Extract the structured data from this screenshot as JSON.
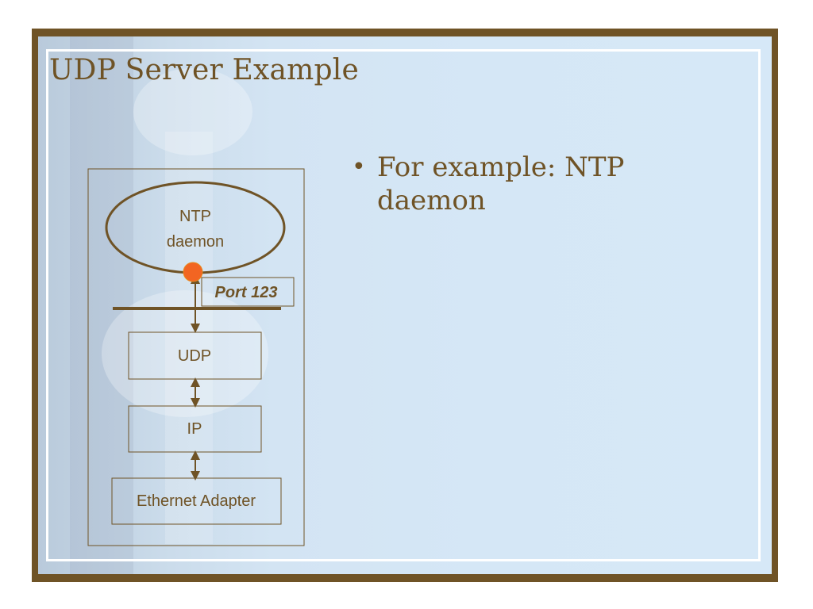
{
  "slide": {
    "title": "UDP Server Example",
    "bullets": [
      {
        "marker": "•",
        "text_line1": "For example: NTP",
        "text_line2": "daemon"
      }
    ]
  },
  "diagram": {
    "process": {
      "line1": "NTP",
      "line2": "daemon"
    },
    "port_label": "Port 123",
    "layers": [
      "UDP",
      "IP",
      "Ethernet Adapter"
    ]
  },
  "colors": {
    "frame": "#6f5326",
    "text": "#6f5326",
    "port_dot": "#f26522",
    "panel": "#d5e7f6"
  }
}
